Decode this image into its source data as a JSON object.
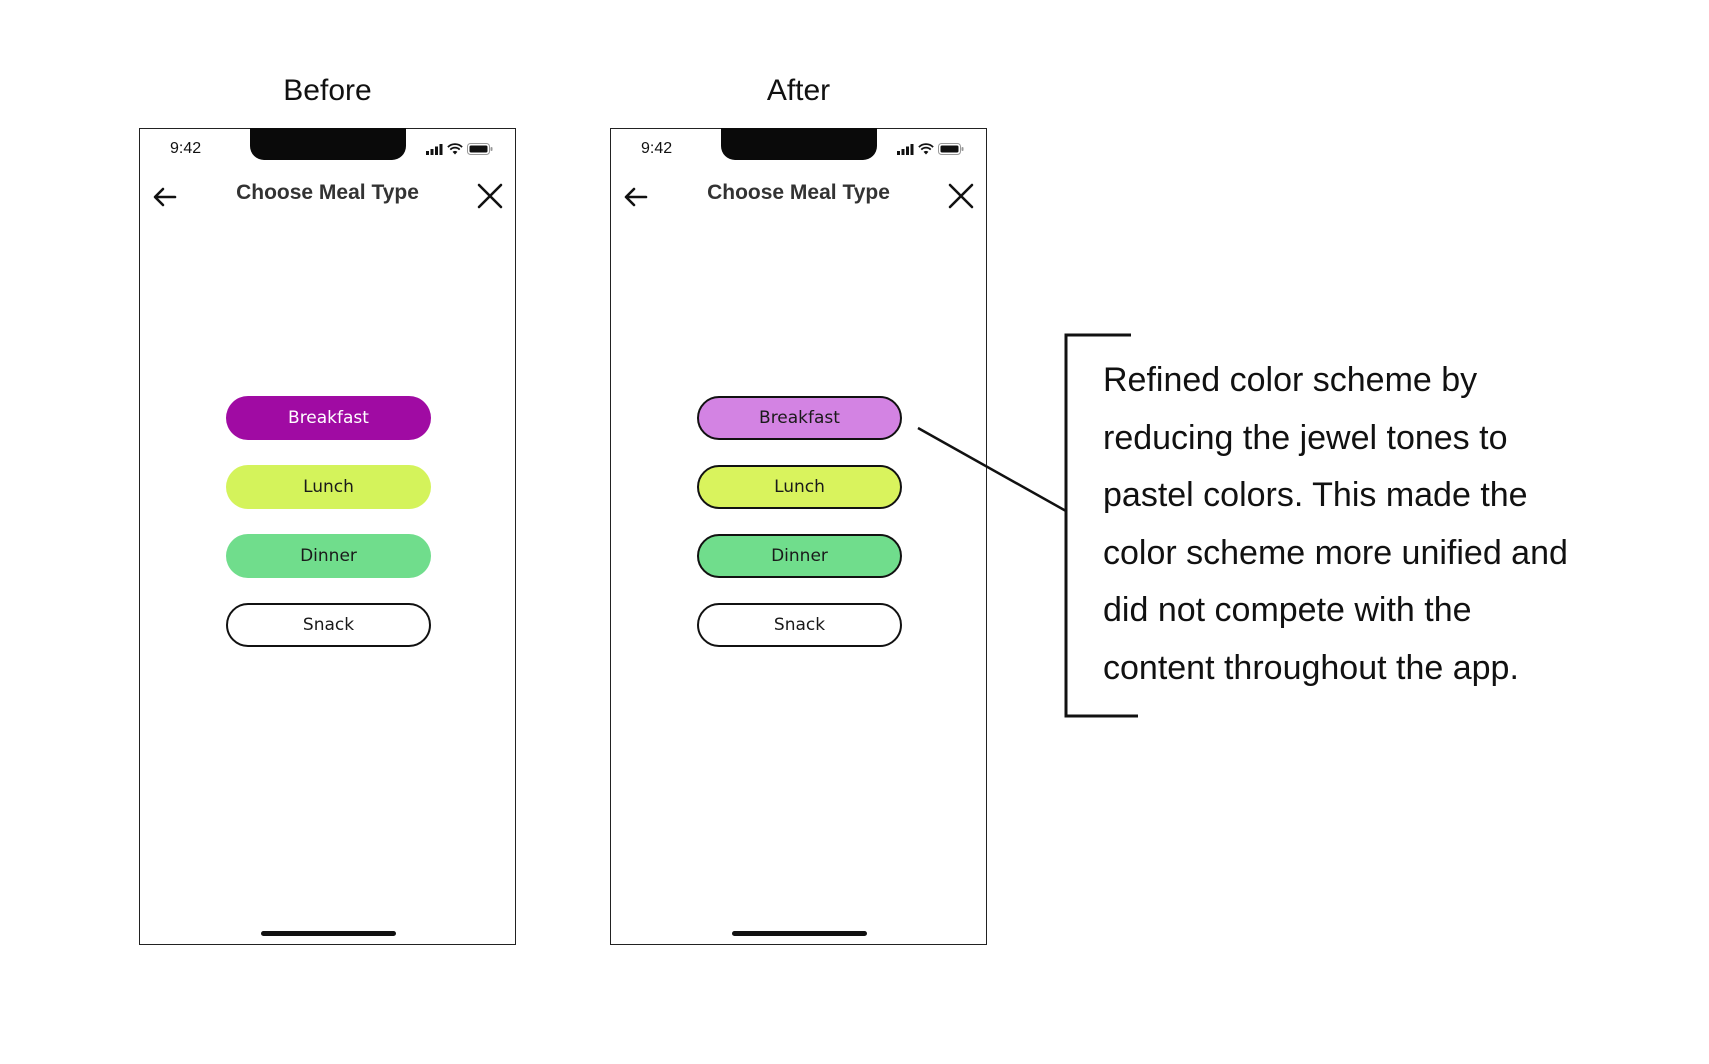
{
  "panels": [
    {
      "title": "Before",
      "status_time": "9:42",
      "screen_title": "Choose Meal Type",
      "back_icon": "arrow-left-icon",
      "close_icon": "close-icon",
      "buttons": [
        {
          "label": "Breakfast",
          "bg": "#A00BA3",
          "text_color": "#ffffff",
          "border": "none"
        },
        {
          "label": "Lunch",
          "bg": "#D4F35B",
          "text_color": "#1a1a1a",
          "border": "none"
        },
        {
          "label": "Dinner",
          "bg": "#70DD8C",
          "text_color": "#1a1a1a",
          "border": "none"
        },
        {
          "label": "Snack",
          "bg": "#ffffff",
          "text_color": "#1a1a1a",
          "border": "#111111"
        }
      ]
    },
    {
      "title": "After",
      "status_time": "9:42",
      "screen_title": "Choose Meal Type",
      "back_icon": "arrow-left-icon",
      "close_icon": "close-icon",
      "buttons": [
        {
          "label": "Breakfast",
          "bg": "#D383E3",
          "text_color": "#1a1a1a",
          "border": "#111111"
        },
        {
          "label": "Lunch",
          "bg": "#D9F35D",
          "text_color": "#1a1a1a",
          "border": "#111111"
        },
        {
          "label": "Dinner",
          "bg": "#70DD8C",
          "text_color": "#1a1a1a",
          "border": "#111111"
        },
        {
          "label": "Snack",
          "bg": "#ffffff",
          "text_color": "#1a1a1a",
          "border": "#111111"
        }
      ]
    }
  ],
  "annotation": {
    "lines": [
      "Refined color scheme by",
      "reducing the jewel tones to",
      "pastel colors. This made the",
      "color scheme more unified and",
      "did not compete with the",
      "content throughout the app."
    ]
  },
  "colors": {
    "breakfast_before": "#A00BA3",
    "breakfast_after": "#D383E3",
    "lunch": "#D4F35B",
    "dinner": "#70DD8C"
  }
}
